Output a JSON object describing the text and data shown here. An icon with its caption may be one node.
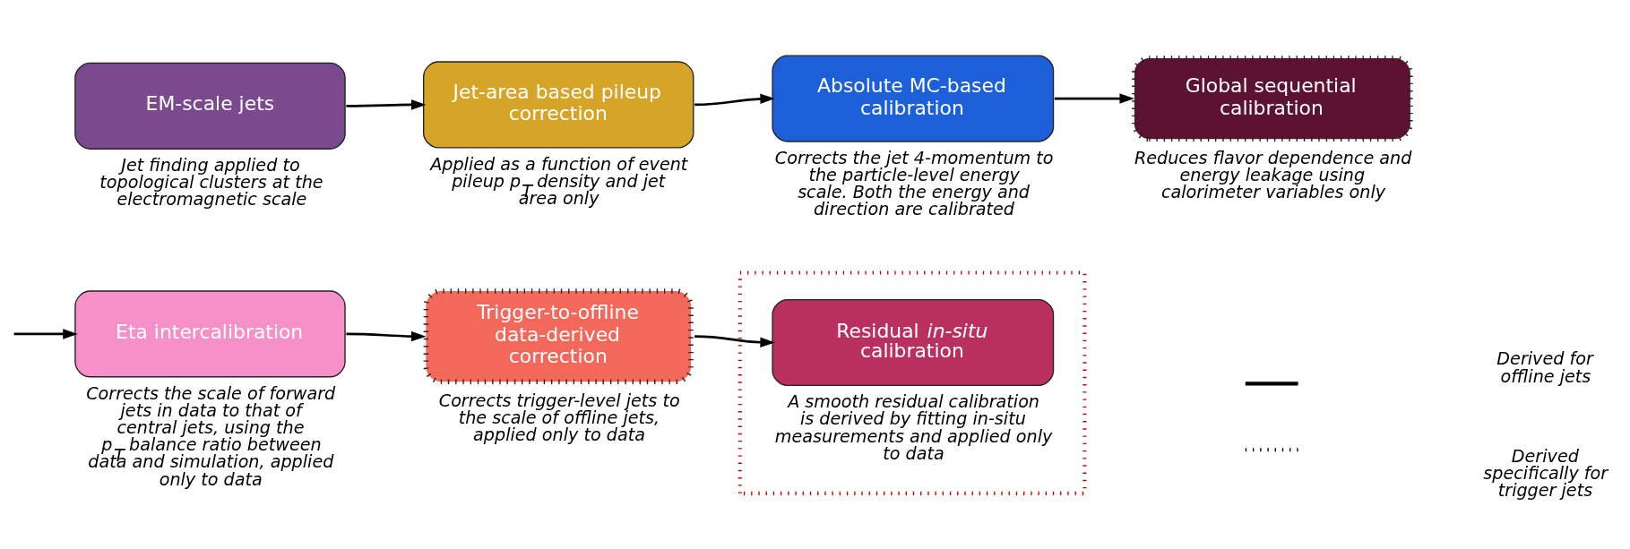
{
  "diagram": {
    "nodes": [
      {
        "text": [
          "EM-scale jets"
        ],
        "beside": [
          "Jet finding applied to topological clusters at the electromagnetic scale"
        ]
      },
      {
        "text": [
          "Jet-area based pileup correction"
        ],
        "beside": [
          "Applied as a function of event pileup p$_{T}$ density and jet area only"
        ]
      },
      {
        "text": [
          "Absolute MC-based calibration"
        ],
        "beside": [
          "Corrects the jet 4-momentum to the particle-level energy scale. Both the energy and direction are calibrated"
        ]
      },
      {
        "text": [
          "Global sequential calibration"
        ],
        "beside": [
          "Reduces flavor dependence and energy leakage using calorimeter variables only"
        ]
      },
      {
        "text": [
          "Eta intercalibration"
        ],
        "beside": [
          "Corrects the scale of forward jets in data to that of central jets, using the p$_{T}$ balance ratio between data and simulation, applied only to data"
        ]
      },
      {
        "text": [
          "Trigger-to-offline data-derived correction"
        ],
        "beside": [
          "Corrects trigger-level jets to the scale of offline jets, applied only to data"
        ]
      },
      {
        "text": [],
        "shape": "box"
      },
      {
        "text": [
          "Residual *in-situ* calibration"
        ],
        "beside": [
          "A smooth residual calibration is derived by fitting in-situ measurements and applied only to data"
        ],
        "in": 6
      }
    ],
    "edges": [
      {
        "from": 0,
        "to": 1,
        "arrow": "to"
      },
      {
        "from": 1,
        "to": 2,
        "arrow": "to"
      },
      {
        "from": 2,
        "to": 3,
        "arrow": "to"
      },
      {
        "from": null,
        "to": 4,
        "arrow": "to"
      },
      {
        "from": 4,
        "to": 5,
        "arrow": "to"
      },
      {
        "from": 5,
        "to": 7,
        "arrow": "to"
      }
    ],
    "legend": [
      {
        "text": "Derived for offline jets"
      },
      {
        "text": "Derived specifically for trigger jets"
      }
    ]
  }
}
